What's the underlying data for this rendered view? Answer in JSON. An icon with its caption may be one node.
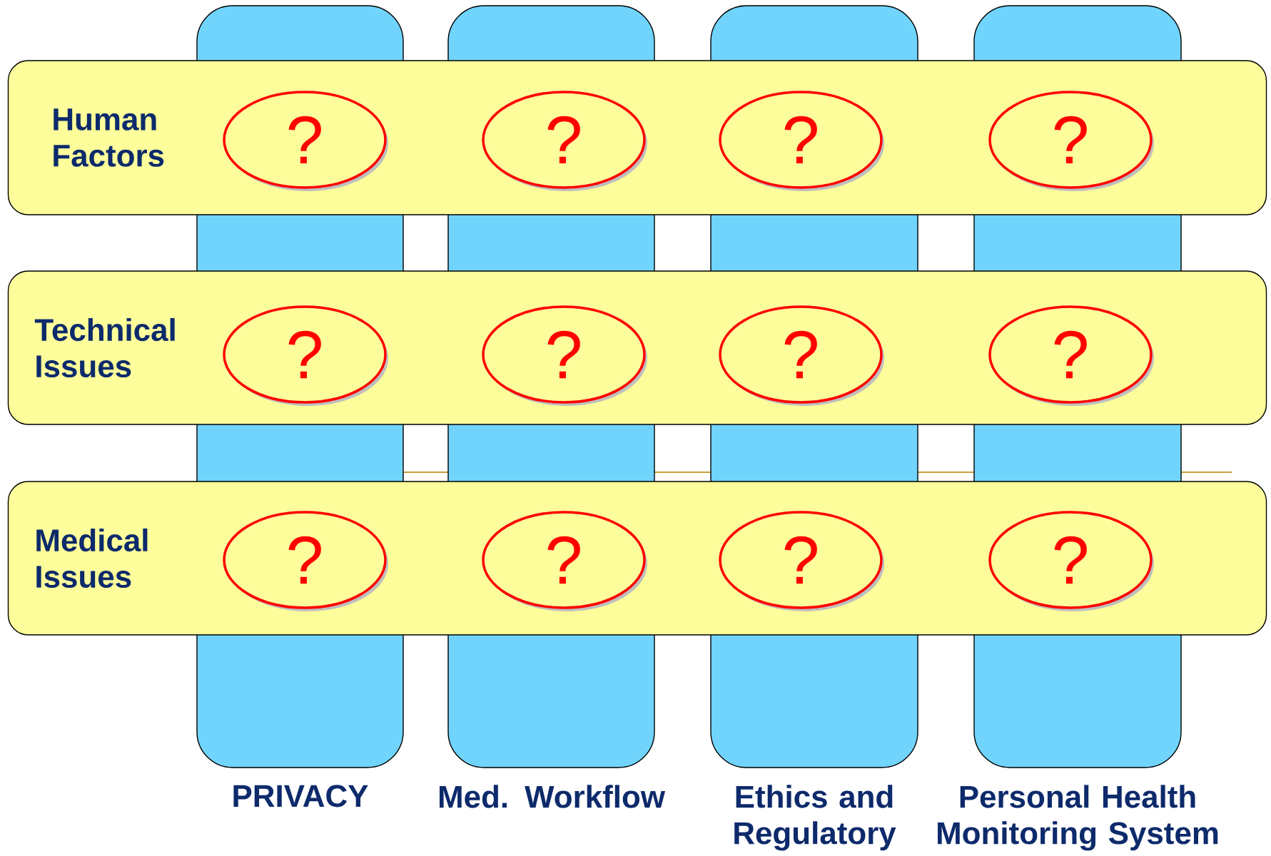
{
  "diagram": {
    "nodes": [
      {
        "text": [
          "PRIVACY"
        ]
      },
      {
        "text": [
          "Med. Workflow"
        ]
      },
      {
        "text": [
          "Ethics and Regulatory"
        ]
      },
      {
        "text": [
          "Personal Health Monitoring System"
        ]
      },
      {
        "text": [
          "Human Factors"
        ]
      },
      {
        "text": [
          "Technical Issues"
        ]
      },
      {
        "text": [
          "Medical Issues"
        ]
      },
      {
        "text": [
          "?"
        ]
      },
      {
        "text": [
          "?"
        ]
      },
      {
        "text": [
          "?"
        ]
      },
      {
        "text": [
          "?"
        ]
      },
      {
        "text": [
          "?"
        ]
      },
      {
        "text": [
          "?"
        ]
      },
      {
        "text": [
          "?"
        ]
      },
      {
        "text": [
          "?"
        ]
      },
      {
        "text": [
          "?"
        ]
      },
      {
        "text": [
          "?"
        ]
      },
      {
        "text": [
          "?"
        ]
      },
      {
        "text": [
          "?"
        ]
      }
    ]
  }
}
